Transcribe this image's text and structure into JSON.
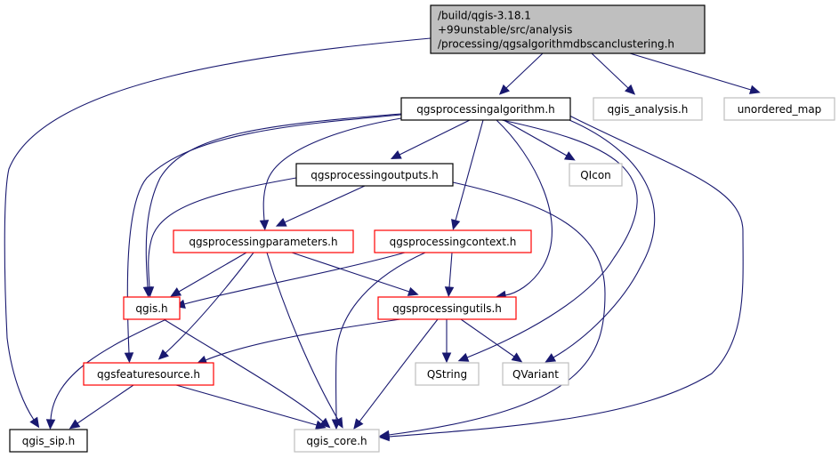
{
  "graph": {
    "title": "Include dependency graph for qgsalgorithmdbscanclustering.h",
    "colors": {
      "edge": "#191970",
      "root_fill": "#bfbfbf",
      "documented_border": "#000000",
      "truncated_border": "#ff0000",
      "external_border": "#bfbfbf"
    },
    "nodes": [
      {
        "id": "root",
        "kind": "root",
        "lines": [
          "/build/qgis-3.18.1",
          "+99unstable/src/analysis",
          "/processing/qgsalgorithmdbscanclustering.h"
        ]
      },
      {
        "id": "qgsprocessingalgorithm",
        "kind": "doc",
        "lines": [
          "qgsprocessingalgorithm.h"
        ]
      },
      {
        "id": "qgis_analysis",
        "kind": "ext",
        "lines": [
          "qgis_analysis.h"
        ]
      },
      {
        "id": "unordered_map",
        "kind": "ext",
        "lines": [
          "unordered_map"
        ]
      },
      {
        "id": "qgsprocessingoutputs",
        "kind": "doc",
        "lines": [
          "qgsprocessingoutputs.h"
        ]
      },
      {
        "id": "qicon",
        "kind": "ext",
        "lines": [
          "QIcon"
        ]
      },
      {
        "id": "qgsprocessingparameters",
        "kind": "red",
        "lines": [
          "qgsprocessingparameters.h"
        ]
      },
      {
        "id": "qgsprocessingcontext",
        "kind": "red",
        "lines": [
          "qgsprocessingcontext.h"
        ]
      },
      {
        "id": "qgis",
        "kind": "red",
        "lines": [
          "qgis.h"
        ]
      },
      {
        "id": "qgsprocessingutils",
        "kind": "red",
        "lines": [
          "qgsprocessingutils.h"
        ]
      },
      {
        "id": "qgsfeaturesource",
        "kind": "red",
        "lines": [
          "qgsfeaturesource.h"
        ]
      },
      {
        "id": "qstring",
        "kind": "ext",
        "lines": [
          "QString"
        ]
      },
      {
        "id": "qvariant",
        "kind": "ext",
        "lines": [
          "QVariant"
        ]
      },
      {
        "id": "qgis_sip",
        "kind": "doc",
        "lines": [
          "qgis_sip.h"
        ]
      },
      {
        "id": "qgis_core",
        "kind": "ext",
        "lines": [
          "qgis_core.h"
        ]
      }
    ],
    "edges": [
      [
        "root",
        "qgsprocessingalgorithm"
      ],
      [
        "root",
        "qgis_analysis"
      ],
      [
        "root",
        "unordered_map"
      ],
      [
        "root",
        "qgis_sip"
      ],
      [
        "qgsprocessingalgorithm",
        "qgsprocessingoutputs"
      ],
      [
        "qgsprocessingalgorithm",
        "qicon"
      ],
      [
        "qgsprocessingalgorithm",
        "qgsprocessingparameters"
      ],
      [
        "qgsprocessingalgorithm",
        "qgsprocessingcontext"
      ],
      [
        "qgsprocessingalgorithm",
        "qgis"
      ],
      [
        "qgsprocessingalgorithm",
        "qgsprocessingutils"
      ],
      [
        "qgsprocessingalgorithm",
        "qgsfeaturesource"
      ],
      [
        "qgsprocessingalgorithm",
        "qstring"
      ],
      [
        "qgsprocessingalgorithm",
        "qvariant"
      ],
      [
        "qgsprocessingalgorithm",
        "qgis_core"
      ],
      [
        "qgsprocessingoutputs",
        "qgsprocessingparameters"
      ],
      [
        "qgsprocessingoutputs",
        "qgis"
      ],
      [
        "qgsprocessingoutputs",
        "qgis_core"
      ],
      [
        "qgsprocessingparameters",
        "qgis"
      ],
      [
        "qgsprocessingparameters",
        "qgsprocessingutils"
      ],
      [
        "qgsprocessingparameters",
        "qgsfeaturesource"
      ],
      [
        "qgsprocessingparameters",
        "qgis_core"
      ],
      [
        "qgsprocessingcontext",
        "qgis"
      ],
      [
        "qgsprocessingcontext",
        "qgsprocessingutils"
      ],
      [
        "qgsprocessingcontext",
        "qgis_core"
      ],
      [
        "qgis",
        "qgis_sip"
      ],
      [
        "qgis",
        "qgis_core"
      ],
      [
        "qgsprocessingutils",
        "qgsfeaturesource"
      ],
      [
        "qgsprocessingutils",
        "qstring"
      ],
      [
        "qgsprocessingutils",
        "qvariant"
      ],
      [
        "qgsprocessingutils",
        "qgis_core"
      ],
      [
        "qgsfeaturesource",
        "qgis_sip"
      ],
      [
        "qgsfeaturesource",
        "qgis_core"
      ]
    ]
  }
}
